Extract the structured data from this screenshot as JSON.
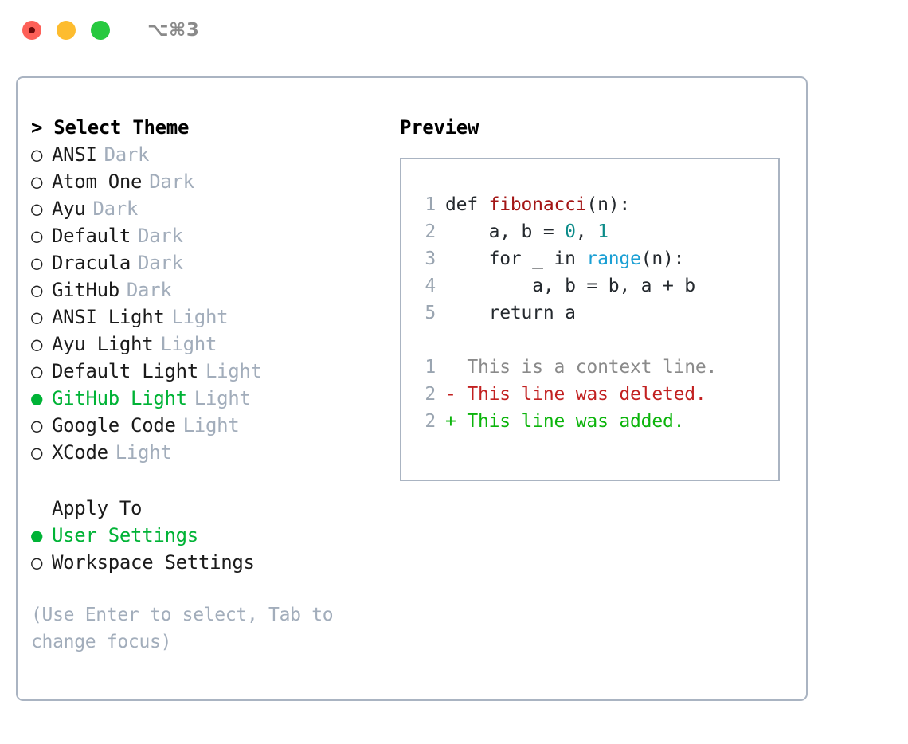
{
  "titlebar": {
    "shortcut": "⌥⌘3",
    "lights": [
      "close",
      "minimize",
      "zoom"
    ]
  },
  "theme_panel": {
    "heading": "> Select Theme",
    "items": [
      {
        "marker": "○",
        "label": "ANSI",
        "tag": "Dark",
        "selected": false
      },
      {
        "marker": "○",
        "label": "Atom One",
        "tag": "Dark",
        "selected": false
      },
      {
        "marker": "○",
        "label": "Ayu",
        "tag": "Dark",
        "selected": false
      },
      {
        "marker": "○",
        "label": "Default",
        "tag": "Dark",
        "selected": false
      },
      {
        "marker": "○",
        "label": "Dracula",
        "tag": "Dark",
        "selected": false
      },
      {
        "marker": "○",
        "label": "GitHub",
        "tag": "Dark",
        "selected": false
      },
      {
        "marker": "○",
        "label": "ANSI Light",
        "tag": "Light",
        "selected": false
      },
      {
        "marker": "○",
        "label": "Ayu Light",
        "tag": "Light",
        "selected": false
      },
      {
        "marker": "○",
        "label": "Default Light",
        "tag": "Light",
        "selected": false
      },
      {
        "marker": "●",
        "label": "GitHub Light",
        "tag": "Light",
        "selected": true
      },
      {
        "marker": "○",
        "label": "Google Code",
        "tag": "Light",
        "selected": false
      },
      {
        "marker": "○",
        "label": "XCode",
        "tag": "Light",
        "selected": false
      }
    ]
  },
  "apply_to": {
    "heading": "Apply To",
    "items": [
      {
        "marker": "●",
        "label": "User Settings",
        "selected": true
      },
      {
        "marker": "○",
        "label": "Workspace Settings",
        "selected": false
      }
    ]
  },
  "hint": "(Use Enter to select, Tab to change focus)",
  "preview": {
    "title": "Preview",
    "code_lines": [
      {
        "no": "1",
        "indent": "",
        "tokens": [
          {
            "t": "def ",
            "c": "plain"
          },
          {
            "t": "fibonacci",
            "c": "fn"
          },
          {
            "t": "(n):",
            "c": "plain"
          }
        ]
      },
      {
        "no": "2",
        "indent": "    ",
        "tokens": [
          {
            "t": "a, b = ",
            "c": "plain"
          },
          {
            "t": "0",
            "c": "num"
          },
          {
            "t": ", ",
            "c": "plain"
          },
          {
            "t": "1",
            "c": "num"
          }
        ]
      },
      {
        "no": "3",
        "indent": "    ",
        "tokens": [
          {
            "t": "for _ in ",
            "c": "plain"
          },
          {
            "t": "range",
            "c": "call"
          },
          {
            "t": "(n):",
            "c": "plain"
          }
        ]
      },
      {
        "no": "4",
        "indent": "        ",
        "tokens": [
          {
            "t": "a, b = b, a + b",
            "c": "plain"
          }
        ]
      },
      {
        "no": "5",
        "indent": "    ",
        "tokens": [
          {
            "t": "return a",
            "c": "plain"
          }
        ]
      }
    ],
    "diff_lines": [
      {
        "no": "1",
        "sign": " ",
        "text": "This is a context line.",
        "kind": "context"
      },
      {
        "no": "2",
        "sign": "-",
        "text": "This line was deleted.",
        "kind": "deleted"
      },
      {
        "no": "2",
        "sign": "+",
        "text": "This line was added.",
        "kind": "added"
      }
    ]
  },
  "colors": {
    "selected_green": "#00b336",
    "muted_tag": "#a2adbb",
    "border": "#aab4c2",
    "function_red": "#a31515",
    "number_teal": "#0b8b89",
    "call_blue": "#1a9fd4",
    "diff_delete": "#c22121",
    "diff_add": "#0bb40b",
    "diff_context": "#8a8a8a"
  }
}
